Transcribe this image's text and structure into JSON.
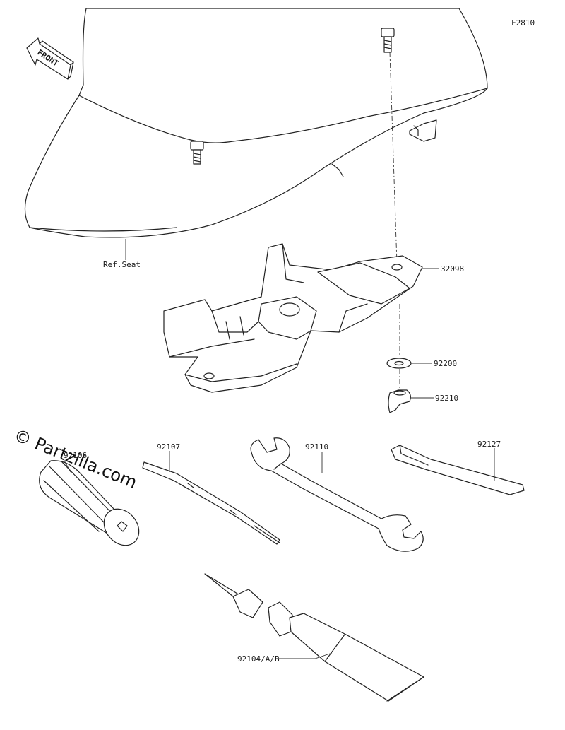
{
  "diagram_code": "F2810",
  "front_label": "FRONT",
  "reference_label": "Ref.Seat",
  "watermark": "© Partzilla.com",
  "parts": [
    {
      "id": "32098"
    },
    {
      "id": "92200"
    },
    {
      "id": "92210"
    },
    {
      "id": "92106"
    },
    {
      "id": "92107"
    },
    {
      "id": "92110"
    },
    {
      "id": "92127"
    },
    {
      "id": "92104/A/B"
    }
  ]
}
